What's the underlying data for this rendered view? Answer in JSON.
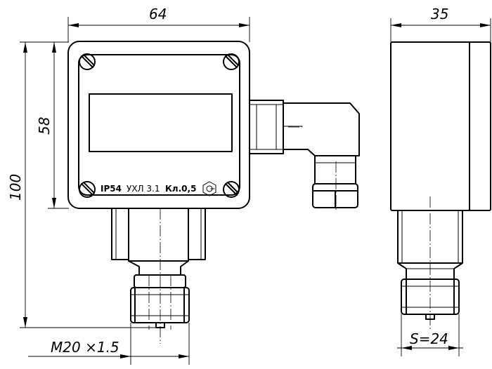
{
  "dimensions": {
    "width_front": "64",
    "width_side": "35",
    "height_box": "58",
    "height_total": "100",
    "thread": "M20 ×1.5",
    "wrench_size": "S=24"
  },
  "nameplate": {
    "protection": "IP54",
    "climate": "УХЛ 3.1",
    "accuracy": "Кл.0,5"
  }
}
